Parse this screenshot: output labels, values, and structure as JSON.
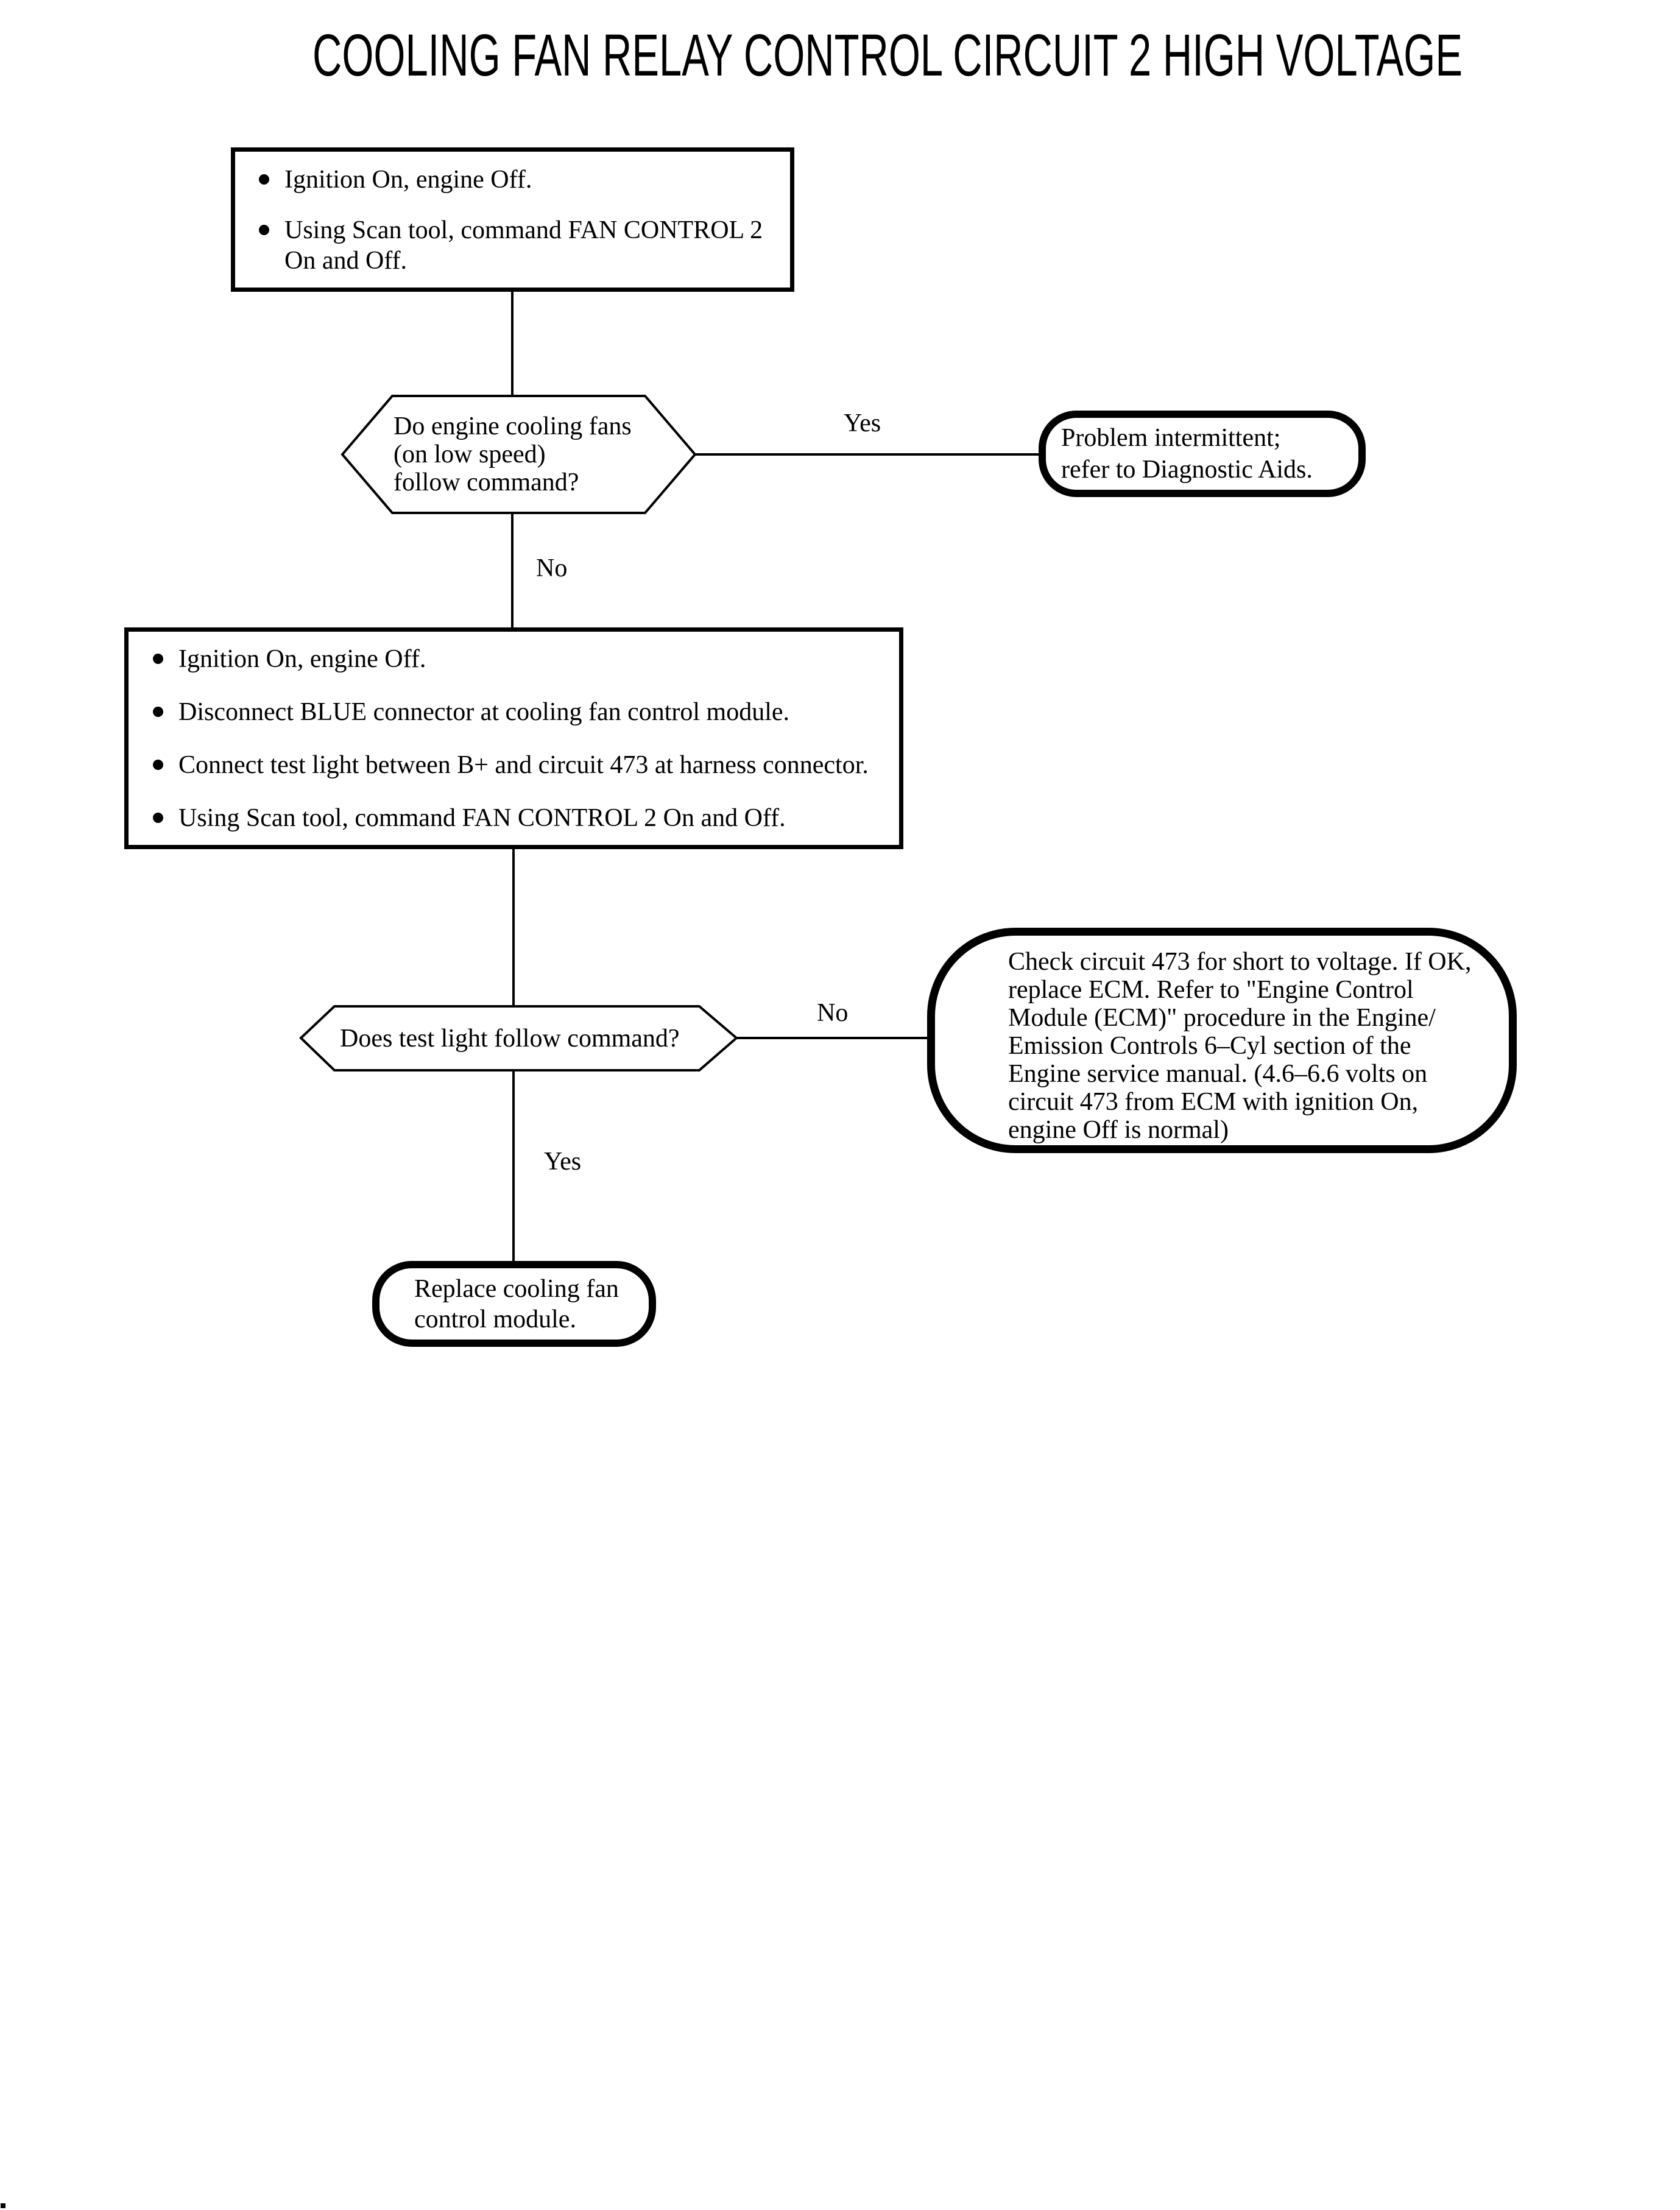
{
  "page": {
    "title": "COOLING FAN RELAY CONTROL CIRCUIT 2 HIGH VOLTAGE"
  },
  "flow": {
    "step1": {
      "bullets": [
        "Ignition On, engine Off.",
        "Using Scan tool, command FAN CONTROL 2\nOn and Off."
      ]
    },
    "decision1": {
      "question": "Do engine cooling fans\n(on low speed)\nfollow command?",
      "yes_label": "Yes",
      "no_label": "No"
    },
    "problem_intermittent": {
      "text": "Problem intermittent;\nrefer to Diagnostic Aids."
    },
    "step2": {
      "bullets": [
        "Ignition On, engine Off.",
        "Disconnect BLUE connector at cooling fan control module.",
        "Connect test light between B+ and circuit 473 at harness connector.",
        "Using Scan tool, command FAN CONTROL 2 On and Off."
      ]
    },
    "decision2": {
      "question": "Does test light follow command?",
      "yes_label": "Yes",
      "no_label": "No"
    },
    "check_circuit": {
      "text": "Check circuit 473 for short to voltage. If OK,\nreplace ECM. Refer to \"Engine Control\nModule (ECM)\" procedure in the Engine/\nEmission Controls 6–Cyl section of the\nEngine service manual. (4.6–6.6 volts on\ncircuit 473 from ECM with ignition On,\nengine Off is normal)"
    },
    "replace_module": {
      "text": "Replace cooling fan\ncontrol module."
    }
  }
}
